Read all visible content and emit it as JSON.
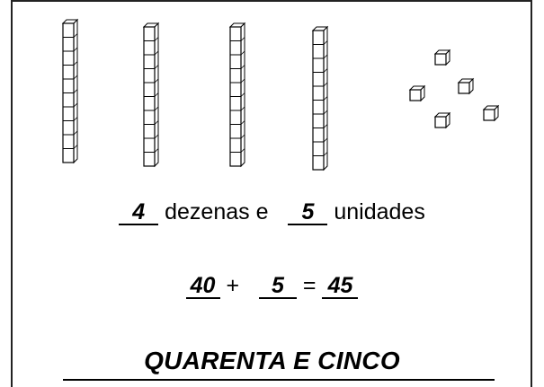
{
  "diagram": {
    "ten_rods": 4,
    "units_per_rod": 10,
    "unit_cubes": 5
  },
  "sentence": {
    "tens_value": "4",
    "tens_label": "dezenas e",
    "units_value": "5",
    "units_label": "unidades"
  },
  "equation": {
    "term1": "40",
    "plus": "+",
    "term2": "5",
    "equals": "=",
    "result": "45"
  },
  "words": {
    "text": "QUARENTA E CINCO"
  }
}
